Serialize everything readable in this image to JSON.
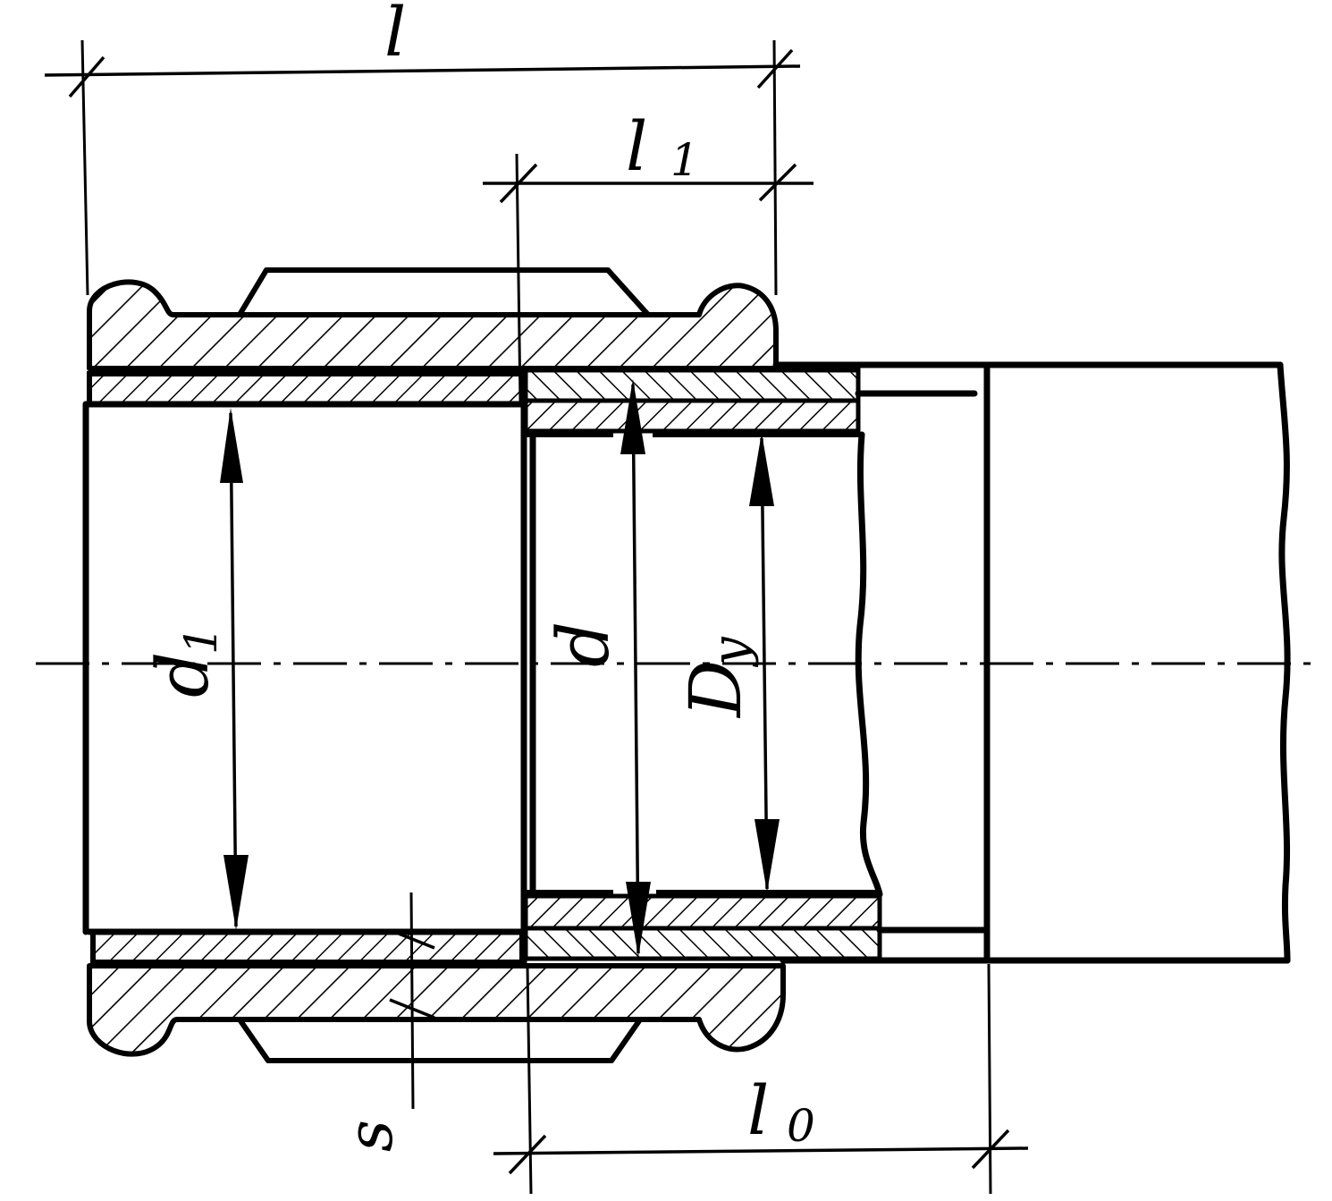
{
  "labels": {
    "l": "l",
    "l1_main": "l",
    "l1_sub": "1",
    "l0_main": "l",
    "l0_sub": "0",
    "d1_main": "d",
    "d1_sub": "1",
    "d": "d",
    "dy_main": "D",
    "dy_sub": "y",
    "s": "s"
  },
  "colors": {
    "ink": "#000000",
    "paper": "#ffffff"
  }
}
